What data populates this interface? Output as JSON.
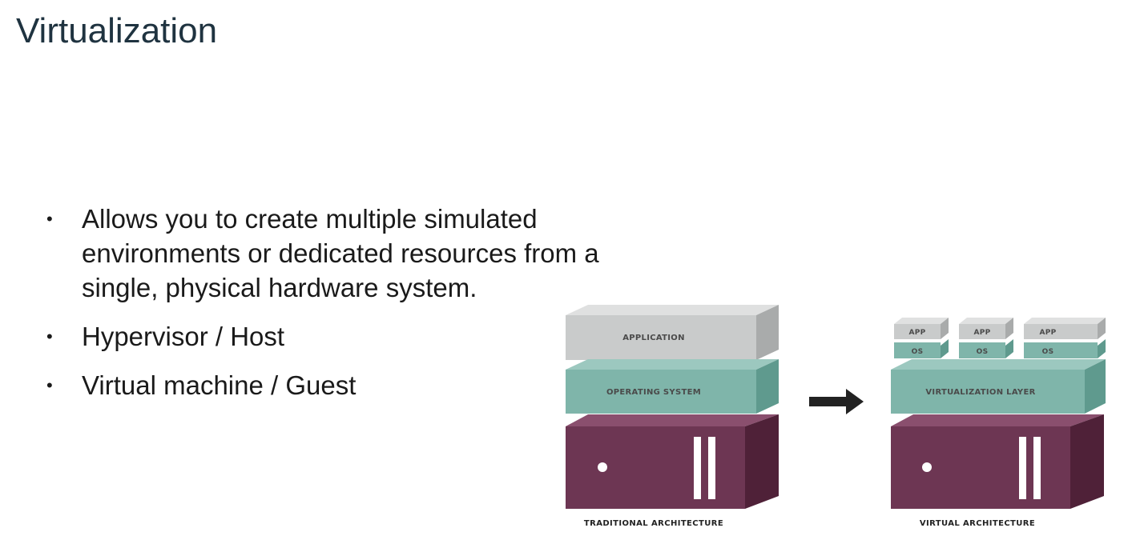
{
  "slide": {
    "title": "Virtualization",
    "bullets": [
      "Allows you to create multiple simulated environments or dedicated resources from a single, physical hardware system.",
      "Hypervisor / Host",
      "Virtual machine / Guest"
    ],
    "bullet_glyph": "•"
  },
  "diagram": {
    "traditional": {
      "application_label": "APPLICATION",
      "os_label": "OPERATING SYSTEM",
      "caption": "TRADITIONAL ARCHITECTURE"
    },
    "virtual": {
      "app_labels": [
        "APP",
        "APP",
        "APP"
      ],
      "os_labels": [
        "OS",
        "OS",
        "OS"
      ],
      "layer_label": "VIRTUALIZATION LAYER",
      "caption": "VIRTUAL ARCHITECTURE"
    },
    "colors": {
      "application": "#c9cbcb",
      "os": "#7fb5aa",
      "hardware": "#6d3653",
      "arrow": "#222222"
    }
  }
}
